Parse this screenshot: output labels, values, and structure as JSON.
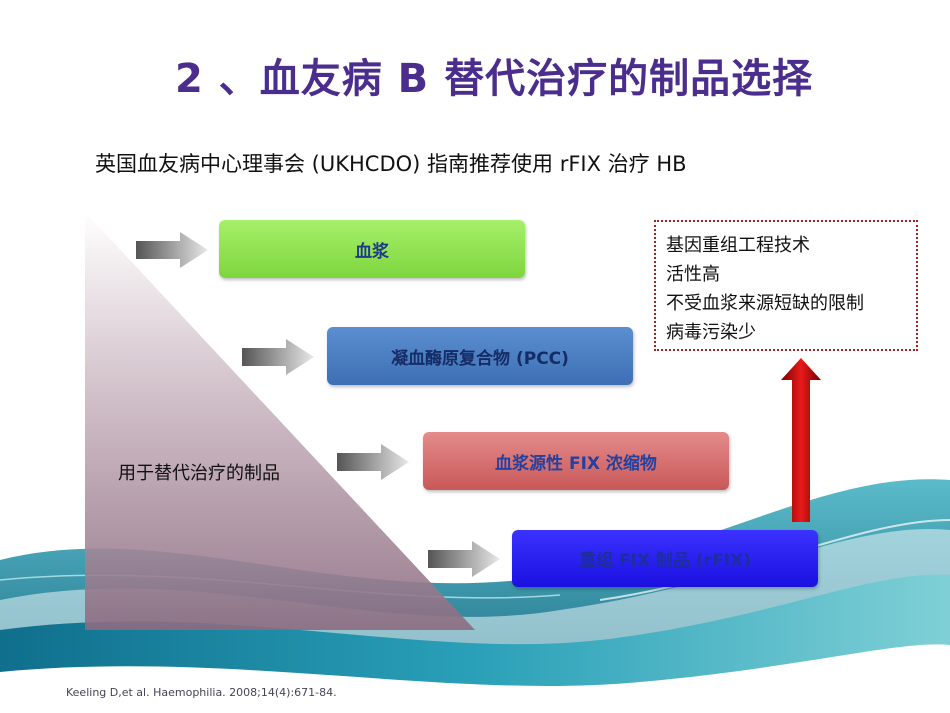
{
  "title": "2 、血友病 B 替代治疗的制品选择",
  "subtitle": "英国血友病中心理事会 (UKHCDO) 指南推荐使用 rFIX 治疗 HB",
  "products": [
    {
      "label": "血浆"
    },
    {
      "label": "凝血酶原复合物 (PCC)"
    },
    {
      "label": "血浆源性 FIX 浓缩物"
    },
    {
      "label": "重组 FIX 制品 (rFIX)"
    }
  ],
  "triangle_label": "用于替代治疗的制品",
  "advantages": [
    "基因重组工程技术",
    "活性高",
    "不受血浆来源短缺的限制",
    "病毒污染少"
  ],
  "citation": "Keeling D,et al. Haemophilia. 2008;14(4):671-84.",
  "colors": {
    "title": "#4a2d8c",
    "box_plasma": "#8fe24d",
    "box_pcc": "#4a7ec3",
    "box_pdfix": "#d46a6a",
    "box_rfix": "#2a1fff",
    "up_arrow": "#c41010",
    "wave": "#1f8aa8"
  }
}
